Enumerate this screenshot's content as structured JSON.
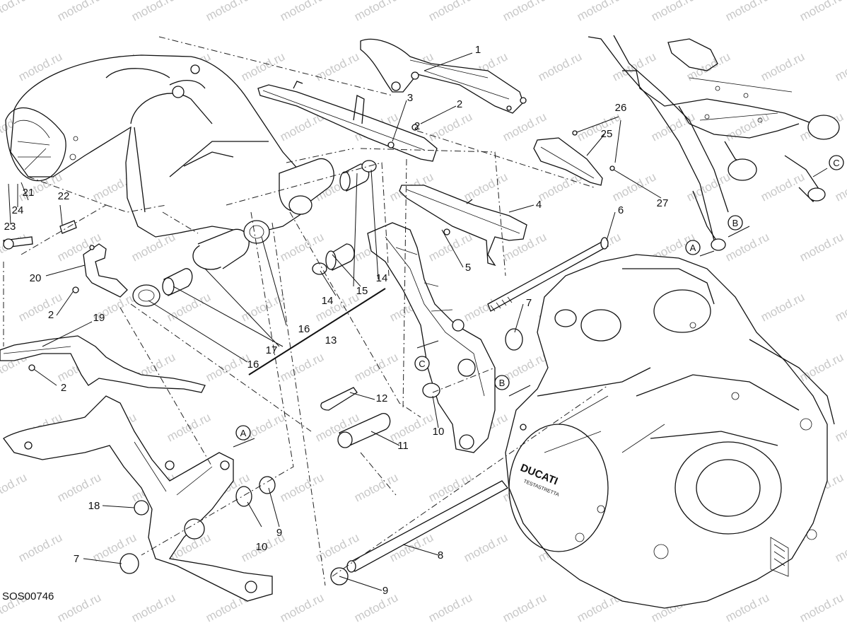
{
  "watermark": "motod.ru",
  "diagram_code": "SOS00746",
  "engine_brand": "DUCATI",
  "engine_sub": "TESTASTRETTA",
  "ref_markers": [
    "A",
    "B",
    "C"
  ],
  "part_labels": [
    "1",
    "2",
    "3",
    "2",
    "4",
    "5",
    "6",
    "7",
    "8",
    "9",
    "10",
    "11",
    "12",
    "13",
    "14",
    "15",
    "14",
    "16",
    "17",
    "16",
    "18",
    "7",
    "10",
    "9",
    "19",
    "2",
    "20",
    "2",
    "21",
    "22",
    "23",
    "24",
    "25",
    "26",
    "27"
  ]
}
